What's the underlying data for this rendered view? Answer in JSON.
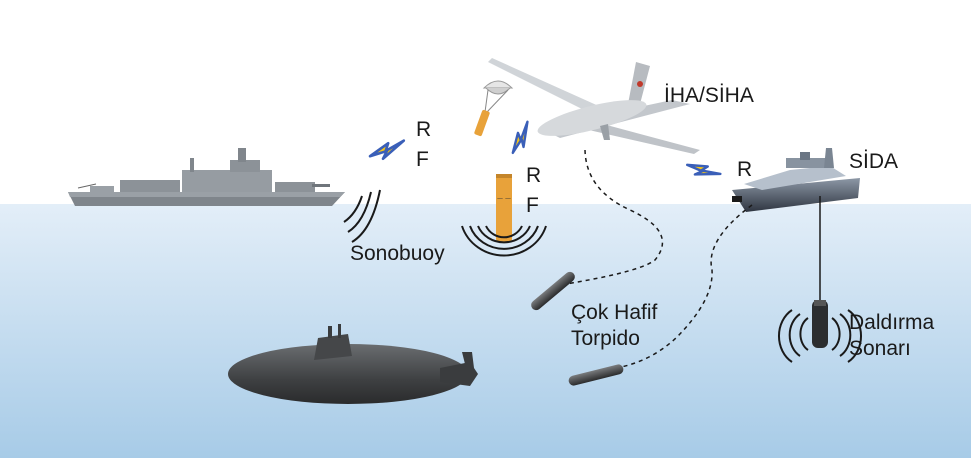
{
  "labels": {
    "uav": "İHA/SİHA",
    "usv": "SİDA",
    "sonobuoy": "Sonobuoy",
    "torpedo_line1": "Çok Hafif",
    "torpedo_line2": "Torpido",
    "dipping_line1": "Daldırma",
    "dipping_line2": "Sonarı",
    "rf_ship_r": "R",
    "rf_ship_f": "F",
    "rf_buoy_r": "R",
    "rf_buoy_f": "F",
    "rf_usv_r": "R"
  },
  "colors": {
    "sea_top": "#ddeaf6",
    "sea_bottom": "#aacde8",
    "ship": "#8a8f94",
    "submarine": "#4a4c4e",
    "lightning": "#3a5fb8",
    "lightning_fill": "#f5c518",
    "sonobuoy": "#e8a23a",
    "drone": "#c9ccd0"
  },
  "icons": [
    "lightning-icon",
    "sonar-wave-icon",
    "warship-icon",
    "submarine-icon",
    "drone-icon",
    "usv-icon",
    "torpedo-icon",
    "sonobuoy-icon",
    "parachute-icon",
    "dipping-sonar-icon"
  ]
}
